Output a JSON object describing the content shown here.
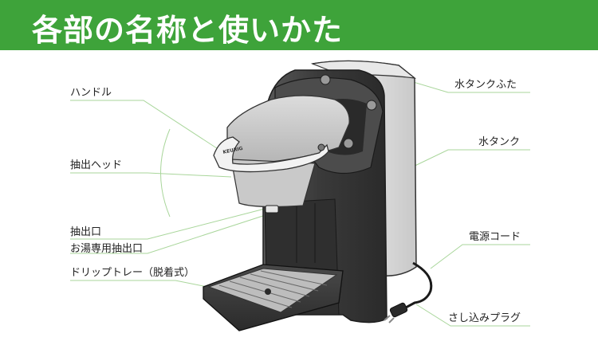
{
  "header": {
    "title": "各部の名称と使いかた",
    "color": "#3ea33a"
  },
  "machine": {
    "brand": "KEURIG"
  },
  "labels": {
    "handle": "ハンドル",
    "brew_head": "抽出ヘッド",
    "outlet": "抽出口",
    "hot_water_outlet": "お湯専用抽出口",
    "drip_tray": "ドリップトレー（脱着式）",
    "tank_lid": "水タンクふた",
    "tank": "水タンク",
    "power_cord": "電源コード",
    "plug": "さし込みプラグ"
  },
  "colors": {
    "leader_line": "#a9d69b",
    "body_dark": "#3d3d3d",
    "tank_light": "#d4d4d4"
  }
}
